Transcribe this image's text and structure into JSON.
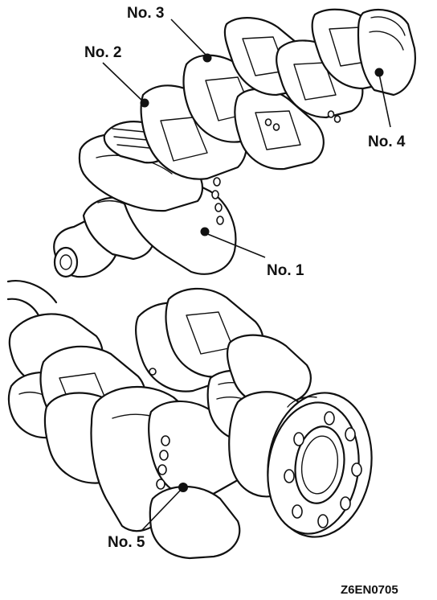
{
  "labels": {
    "no1": "No. 1",
    "no2": "No. 2",
    "no3": "No. 3",
    "no4": "No. 4",
    "no5": "No. 5"
  },
  "figure_code": "Z6EN0705"
}
